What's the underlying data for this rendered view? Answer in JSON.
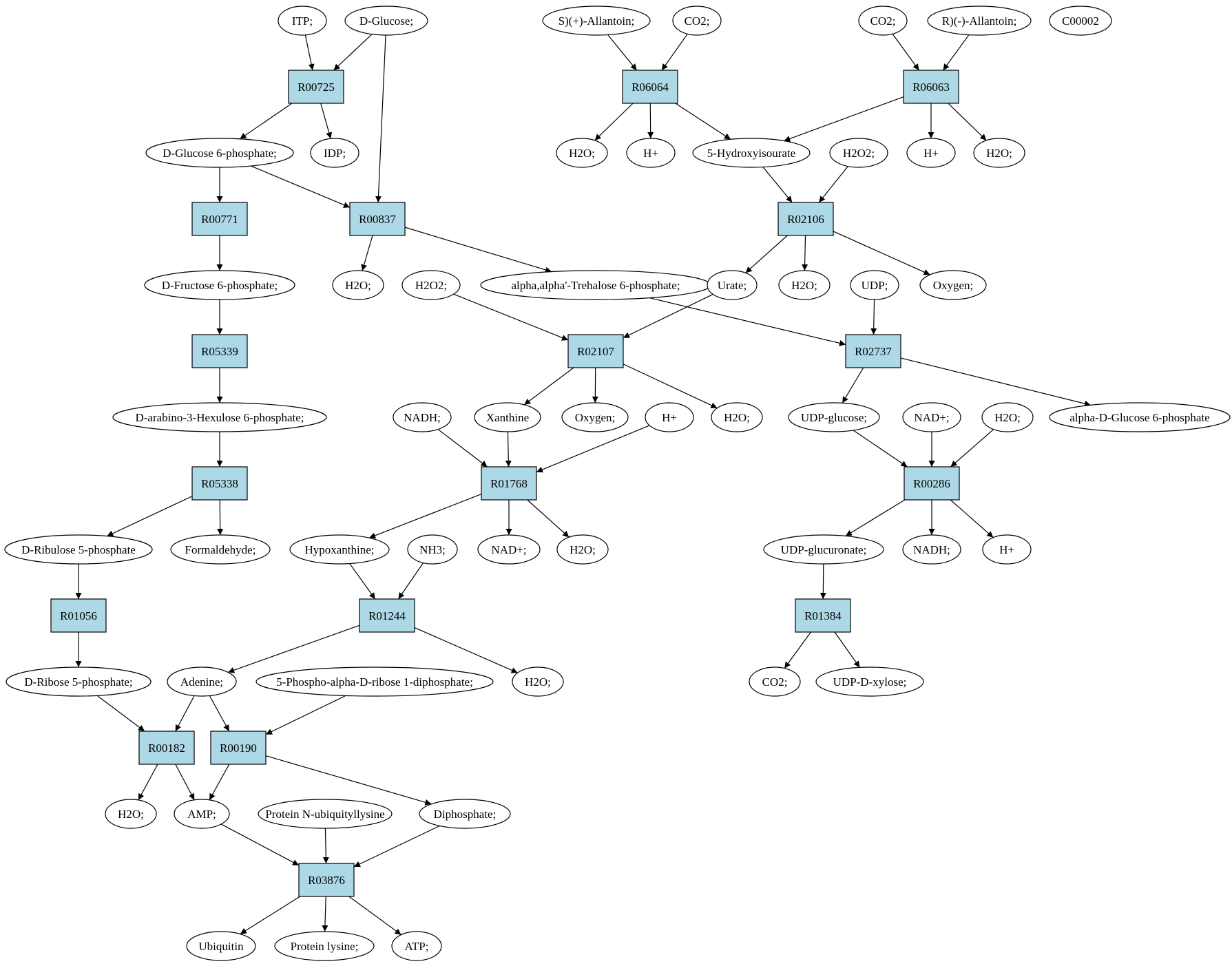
{
  "colors": {
    "reaction_fill": "#add8e6",
    "compound_fill": "#ffffff",
    "highlight_green": "#00ee00",
    "highlight_yellow": "#ffff00",
    "line": "#000000"
  },
  "reactions": [
    "R00725",
    "R06064",
    "R06063",
    "R00771",
    "R00837",
    "R02106",
    "R05339",
    "R02107",
    "R02737",
    "R01768",
    "R00286",
    "R05338",
    "R01056",
    "R01244",
    "R01384",
    "R00182",
    "R00190",
    "R03876"
  ],
  "compounds": [
    {
      "id": "c_itp",
      "label": "ITP;"
    },
    {
      "id": "c_dglucose",
      "label": "D-Glucose;",
      "highlight": "green"
    },
    {
      "id": "c_sallantoin",
      "label": "S)(+)-Allantoin;"
    },
    {
      "id": "c_co2_a",
      "label": "CO2;"
    },
    {
      "id": "c_co2_b",
      "label": "CO2;"
    },
    {
      "id": "c_rallantoin",
      "label": "R)(-)-Allantoin;"
    },
    {
      "id": "c_c00002",
      "label": "C00002",
      "highlight": "yellow"
    },
    {
      "id": "c_g6p",
      "label": "D-Glucose 6-phosphate;"
    },
    {
      "id": "c_idp",
      "label": "IDP;"
    },
    {
      "id": "c_h2o_a",
      "label": "H2O;"
    },
    {
      "id": "c_hplus_a",
      "label": "H+"
    },
    {
      "id": "c_5hiu",
      "label": "5-Hydroxyisourate"
    },
    {
      "id": "c_h2o2_a",
      "label": "H2O2;"
    },
    {
      "id": "c_hplus_b",
      "label": "H+"
    },
    {
      "id": "c_h2o_b",
      "label": "H2O;"
    },
    {
      "id": "c_f6p",
      "label": "D-Fructose 6-phosphate;"
    },
    {
      "id": "c_h2o_c",
      "label": "H2O;"
    },
    {
      "id": "c_h2o2_b",
      "label": "H2O2;"
    },
    {
      "id": "c_t6p",
      "label": "alpha,alpha'-Trehalose 6-phosphate;"
    },
    {
      "id": "c_urate",
      "label": "Urate;"
    },
    {
      "id": "c_h2o_d",
      "label": "H2O;"
    },
    {
      "id": "c_udp",
      "label": "UDP;"
    },
    {
      "id": "c_oxygen_a",
      "label": "Oxygen;"
    },
    {
      "id": "c_h3p",
      "label": "D-arabino-3-Hexulose 6-phosphate;"
    },
    {
      "id": "c_nadh_a",
      "label": "NADH;"
    },
    {
      "id": "c_xanthine",
      "label": "Xanthine"
    },
    {
      "id": "c_oxygen_b",
      "label": "Oxygen;"
    },
    {
      "id": "c_hplus_c",
      "label": "H+"
    },
    {
      "id": "c_h2o_e",
      "label": "H2O;"
    },
    {
      "id": "c_udpglc",
      "label": "UDP-glucose;"
    },
    {
      "id": "c_nadplus_a",
      "label": "NAD+;"
    },
    {
      "id": "c_h2o_f",
      "label": "H2O;"
    },
    {
      "id": "c_ag6p",
      "label": "alpha-D-Glucose 6-phosphate"
    },
    {
      "id": "c_ru5p",
      "label": "D-Ribulose 5-phosphate"
    },
    {
      "id": "c_formaldehyde",
      "label": "Formaldehyde;"
    },
    {
      "id": "c_hypoxanthine",
      "label": "Hypoxanthine;"
    },
    {
      "id": "c_nh3",
      "label": "NH3;"
    },
    {
      "id": "c_nadplus_b",
      "label": "NAD+;"
    },
    {
      "id": "c_h2o_g",
      "label": "H2O;"
    },
    {
      "id": "c_udpglcA",
      "label": "UDP-glucuronate;"
    },
    {
      "id": "c_nadh_b",
      "label": "NADH;"
    },
    {
      "id": "c_hplus_d",
      "label": "H+"
    },
    {
      "id": "c_r5p",
      "label": "D-Ribose 5-phosphate;"
    },
    {
      "id": "c_adenine",
      "label": "Adenine;"
    },
    {
      "id": "c_prpp",
      "label": "5-Phospho-alpha-D-ribose 1-diphosphate;"
    },
    {
      "id": "c_h2o_h",
      "label": "H2O;"
    },
    {
      "id": "c_co2_c",
      "label": "CO2;"
    },
    {
      "id": "c_udpxyl",
      "label": "UDP-D-xylose;"
    },
    {
      "id": "c_h2o_i",
      "label": "H2O;"
    },
    {
      "id": "c_amp",
      "label": "AMP;"
    },
    {
      "id": "c_protub",
      "label": "Protein N-ubiquityllysine"
    },
    {
      "id": "c_diphosphate",
      "label": "Diphosphate;"
    },
    {
      "id": "c_ubiquitin",
      "label": "Ubiquitin"
    },
    {
      "id": "c_protlys",
      "label": "Protein lysine;"
    },
    {
      "id": "c_atp",
      "label": "ATP;"
    }
  ],
  "edges": [
    [
      "c_itp",
      "R00725"
    ],
    [
      "c_dglucose",
      "R00725"
    ],
    [
      "c_dglucose",
      "R00837"
    ],
    [
      "R00725",
      "c_g6p"
    ],
    [
      "R00725",
      "c_idp"
    ],
    [
      "c_sallantoin",
      "R06064"
    ],
    [
      "c_co2_a",
      "R06064"
    ],
    [
      "R06064",
      "c_h2o_a"
    ],
    [
      "R06064",
      "c_hplus_a"
    ],
    [
      "R06064",
      "c_5hiu"
    ],
    [
      "c_co2_b",
      "R06063"
    ],
    [
      "c_rallantoin",
      "R06063"
    ],
    [
      "R06063",
      "c_5hiu"
    ],
    [
      "R06063",
      "c_hplus_b"
    ],
    [
      "R06063",
      "c_h2o_b"
    ],
    [
      "c_g6p",
      "R00771"
    ],
    [
      "c_g6p",
      "R00837"
    ],
    [
      "c_5hiu",
      "R02106"
    ],
    [
      "c_h2o2_a",
      "R02106"
    ],
    [
      "R00771",
      "c_f6p"
    ],
    [
      "R00837",
      "c_h2o_c"
    ],
    [
      "R00837",
      "c_t6p"
    ],
    [
      "R02106",
      "c_urate"
    ],
    [
      "R02106",
      "c_h2o_d"
    ],
    [
      "R02106",
      "c_oxygen_a"
    ],
    [
      "c_f6p",
      "R05339"
    ],
    [
      "c_h2o2_b",
      "R02107"
    ],
    [
      "c_urate",
      "R02107"
    ],
    [
      "c_t6p",
      "R02737"
    ],
    [
      "c_udp",
      "R02737"
    ],
    [
      "R05339",
      "c_h3p"
    ],
    [
      "R02107",
      "c_xanthine"
    ],
    [
      "R02107",
      "c_oxygen_b"
    ],
    [
      "R02107",
      "c_h2o_e"
    ],
    [
      "R02737",
      "c_udpglc"
    ],
    [
      "R02737",
      "c_ag6p"
    ],
    [
      "c_h3p",
      "R05338"
    ],
    [
      "c_nadh_a",
      "R01768"
    ],
    [
      "c_xanthine",
      "R01768"
    ],
    [
      "c_hplus_c",
      "R01768"
    ],
    [
      "c_udpglc",
      "R00286"
    ],
    [
      "c_nadplus_a",
      "R00286"
    ],
    [
      "c_h2o_f",
      "R00286"
    ],
    [
      "R05338",
      "c_ru5p"
    ],
    [
      "R05338",
      "c_formaldehyde"
    ],
    [
      "R01768",
      "c_hypoxanthine"
    ],
    [
      "R01768",
      "c_nadplus_b"
    ],
    [
      "R01768",
      "c_h2o_g"
    ],
    [
      "R00286",
      "c_udpglcA"
    ],
    [
      "R00286",
      "c_nadh_b"
    ],
    [
      "R00286",
      "c_hplus_d"
    ],
    [
      "c_ru5p",
      "R01056"
    ],
    [
      "c_hypoxanthine",
      "R01244"
    ],
    [
      "c_nh3",
      "R01244"
    ],
    [
      "c_udpglcA",
      "R01384"
    ],
    [
      "R01056",
      "c_r5p"
    ],
    [
      "R01244",
      "c_adenine"
    ],
    [
      "R01244",
      "c_h2o_h"
    ],
    [
      "R01384",
      "c_co2_c"
    ],
    [
      "R01384",
      "c_udpxyl"
    ],
    [
      "c_r5p",
      "R00182"
    ],
    [
      "c_adenine",
      "R00182"
    ],
    [
      "c_adenine",
      "R00190"
    ],
    [
      "c_prpp",
      "R00190"
    ],
    [
      "R00182",
      "c_h2o_i"
    ],
    [
      "R00182",
      "c_amp"
    ],
    [
      "R00190",
      "c_amp"
    ],
    [
      "R00190",
      "c_diphosphate"
    ],
    [
      "c_amp",
      "R03876"
    ],
    [
      "c_protub",
      "R03876"
    ],
    [
      "c_diphosphate",
      "R03876"
    ],
    [
      "R03876",
      "c_ubiquitin"
    ],
    [
      "R03876",
      "c_protlys"
    ],
    [
      "R03876",
      "c_atp"
    ]
  ]
}
